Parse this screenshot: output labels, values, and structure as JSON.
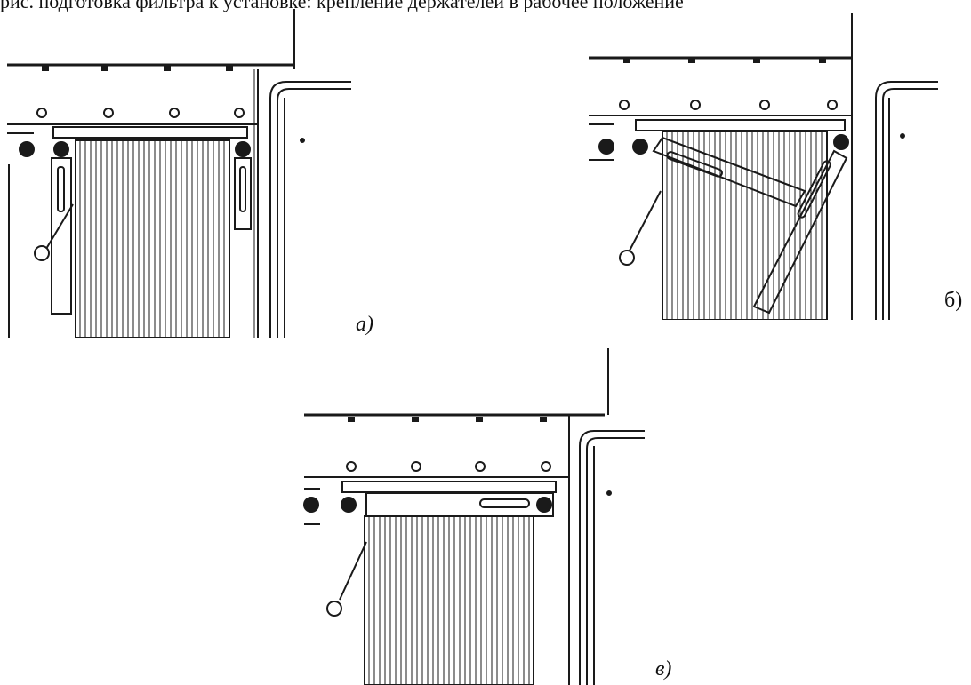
{
  "top_text": "рис. подготовка фильтра к установке: крепление держателей в рабочее положение",
  "labels": {
    "a": "а)",
    "b": "б)",
    "c": "в)"
  },
  "colors": {
    "stroke": "#1a1a1a",
    "background": "#ffffff"
  }
}
